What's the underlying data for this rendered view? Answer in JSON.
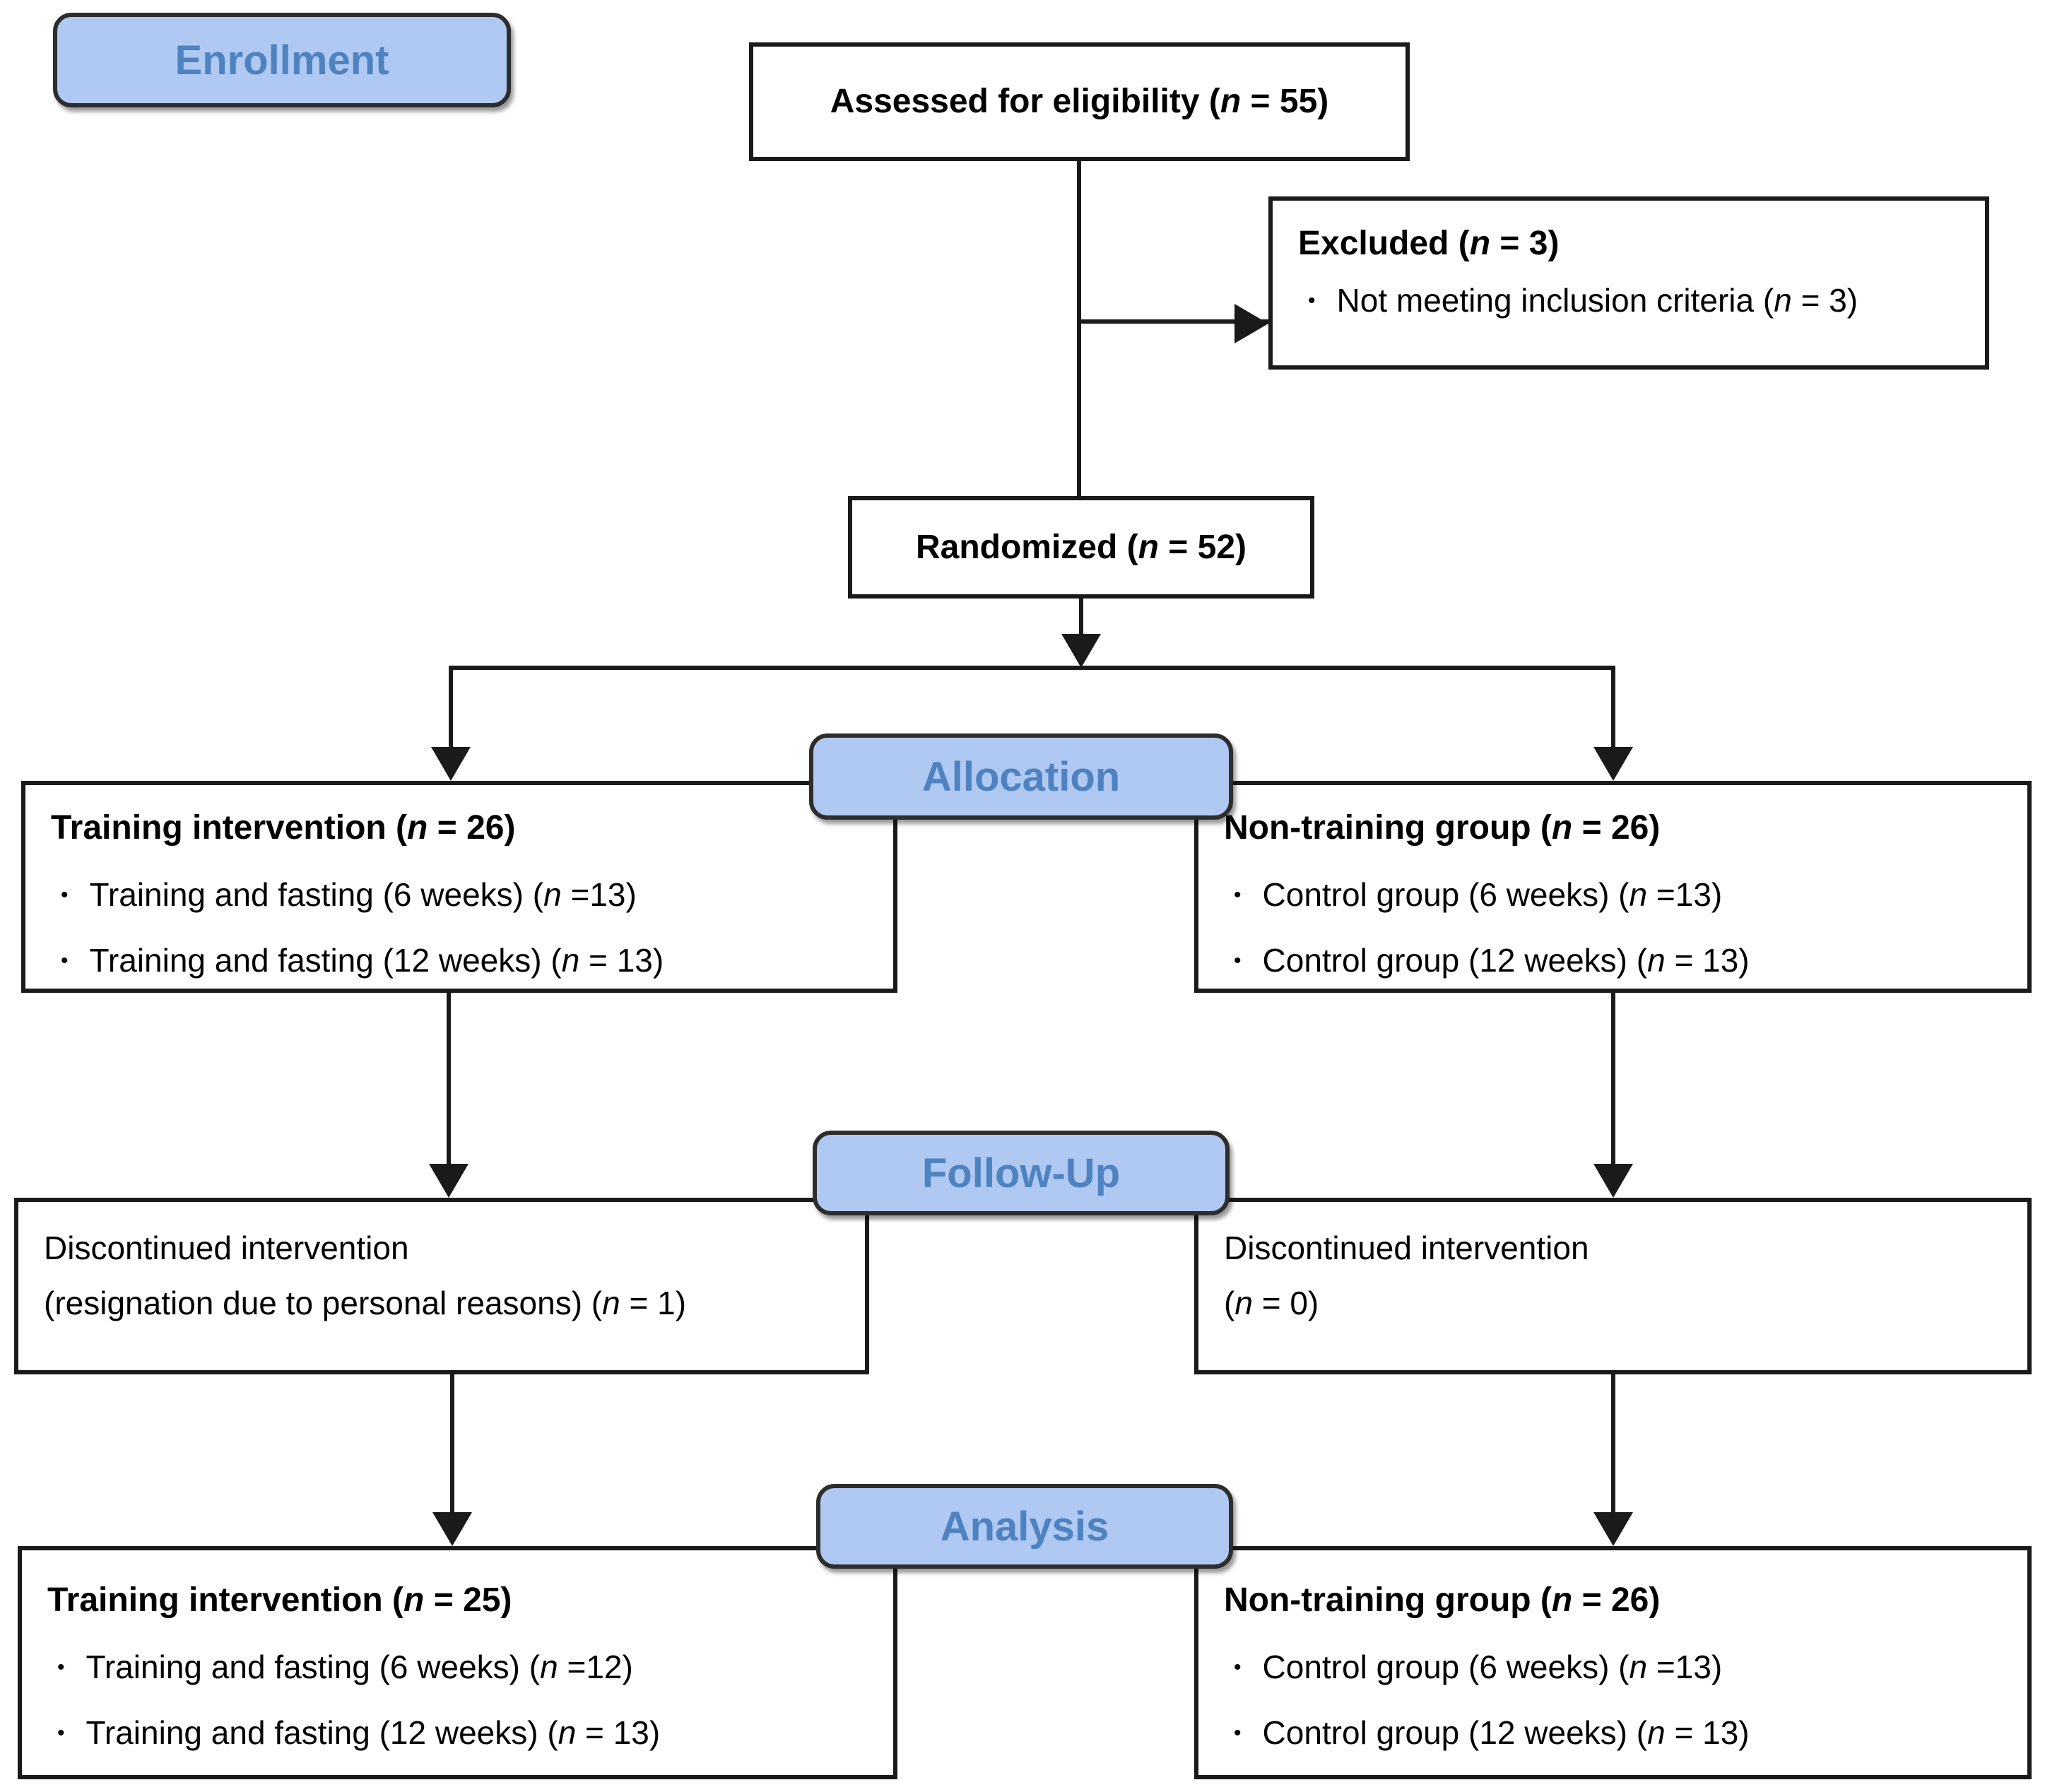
{
  "diagram": {
    "bullet_glyph": "•",
    "stages": {
      "enrollment": {
        "label": "Enrollment"
      },
      "allocation": {
        "label": "Allocation"
      },
      "followup": {
        "label": "Follow-Up"
      },
      "analysis": {
        "label": "Analysis"
      }
    },
    "boxes": {
      "assessed": {
        "text": "Assessed for eligibility (n = 55)"
      },
      "excluded": {
        "title": "Excluded  (n = 3)",
        "bullets": [
          "Not meeting inclusion criteria (n = 3)"
        ]
      },
      "randomized": {
        "text": "Randomized (n = 52)"
      },
      "allocation_training": {
        "title": "Training intervention (n = 26)",
        "bullets": [
          "Training and fasting (6 weeks) (n =13)",
          "Training and fasting (12 weeks) (n = 13)"
        ]
      },
      "allocation_control": {
        "title": "Non-training group (n = 26)",
        "bullets": [
          "Control group (6 weeks) (n =13)",
          "Control group (12 weeks) (n = 13)"
        ]
      },
      "followup_training": {
        "lines": [
          "Discontinued intervention",
          "(resignation due to personal reasons) (n = 1)"
        ]
      },
      "followup_control": {
        "lines": [
          "Discontinued intervention",
          "(n = 0)"
        ]
      },
      "analysis_training": {
        "title": "Training intervention (n = 25)",
        "bullets": [
          "Training and fasting (6 weeks) (n =12)",
          "Training and fasting (12 weeks) (n = 13)"
        ]
      },
      "analysis_control": {
        "title": "Non-training group (n = 26)",
        "bullets": [
          "Control group (6 weeks) (n =13)",
          "Control group (12 weeks) (n = 13)"
        ]
      }
    },
    "colors": {
      "badge_fill": "#AFC9F2",
      "badge_text": "#4E82C0",
      "badge_border": "#2D2D2D",
      "box_border": "#1A1A1A",
      "connector": "#1A1A1A",
      "background": "#FFFFFF"
    }
  }
}
